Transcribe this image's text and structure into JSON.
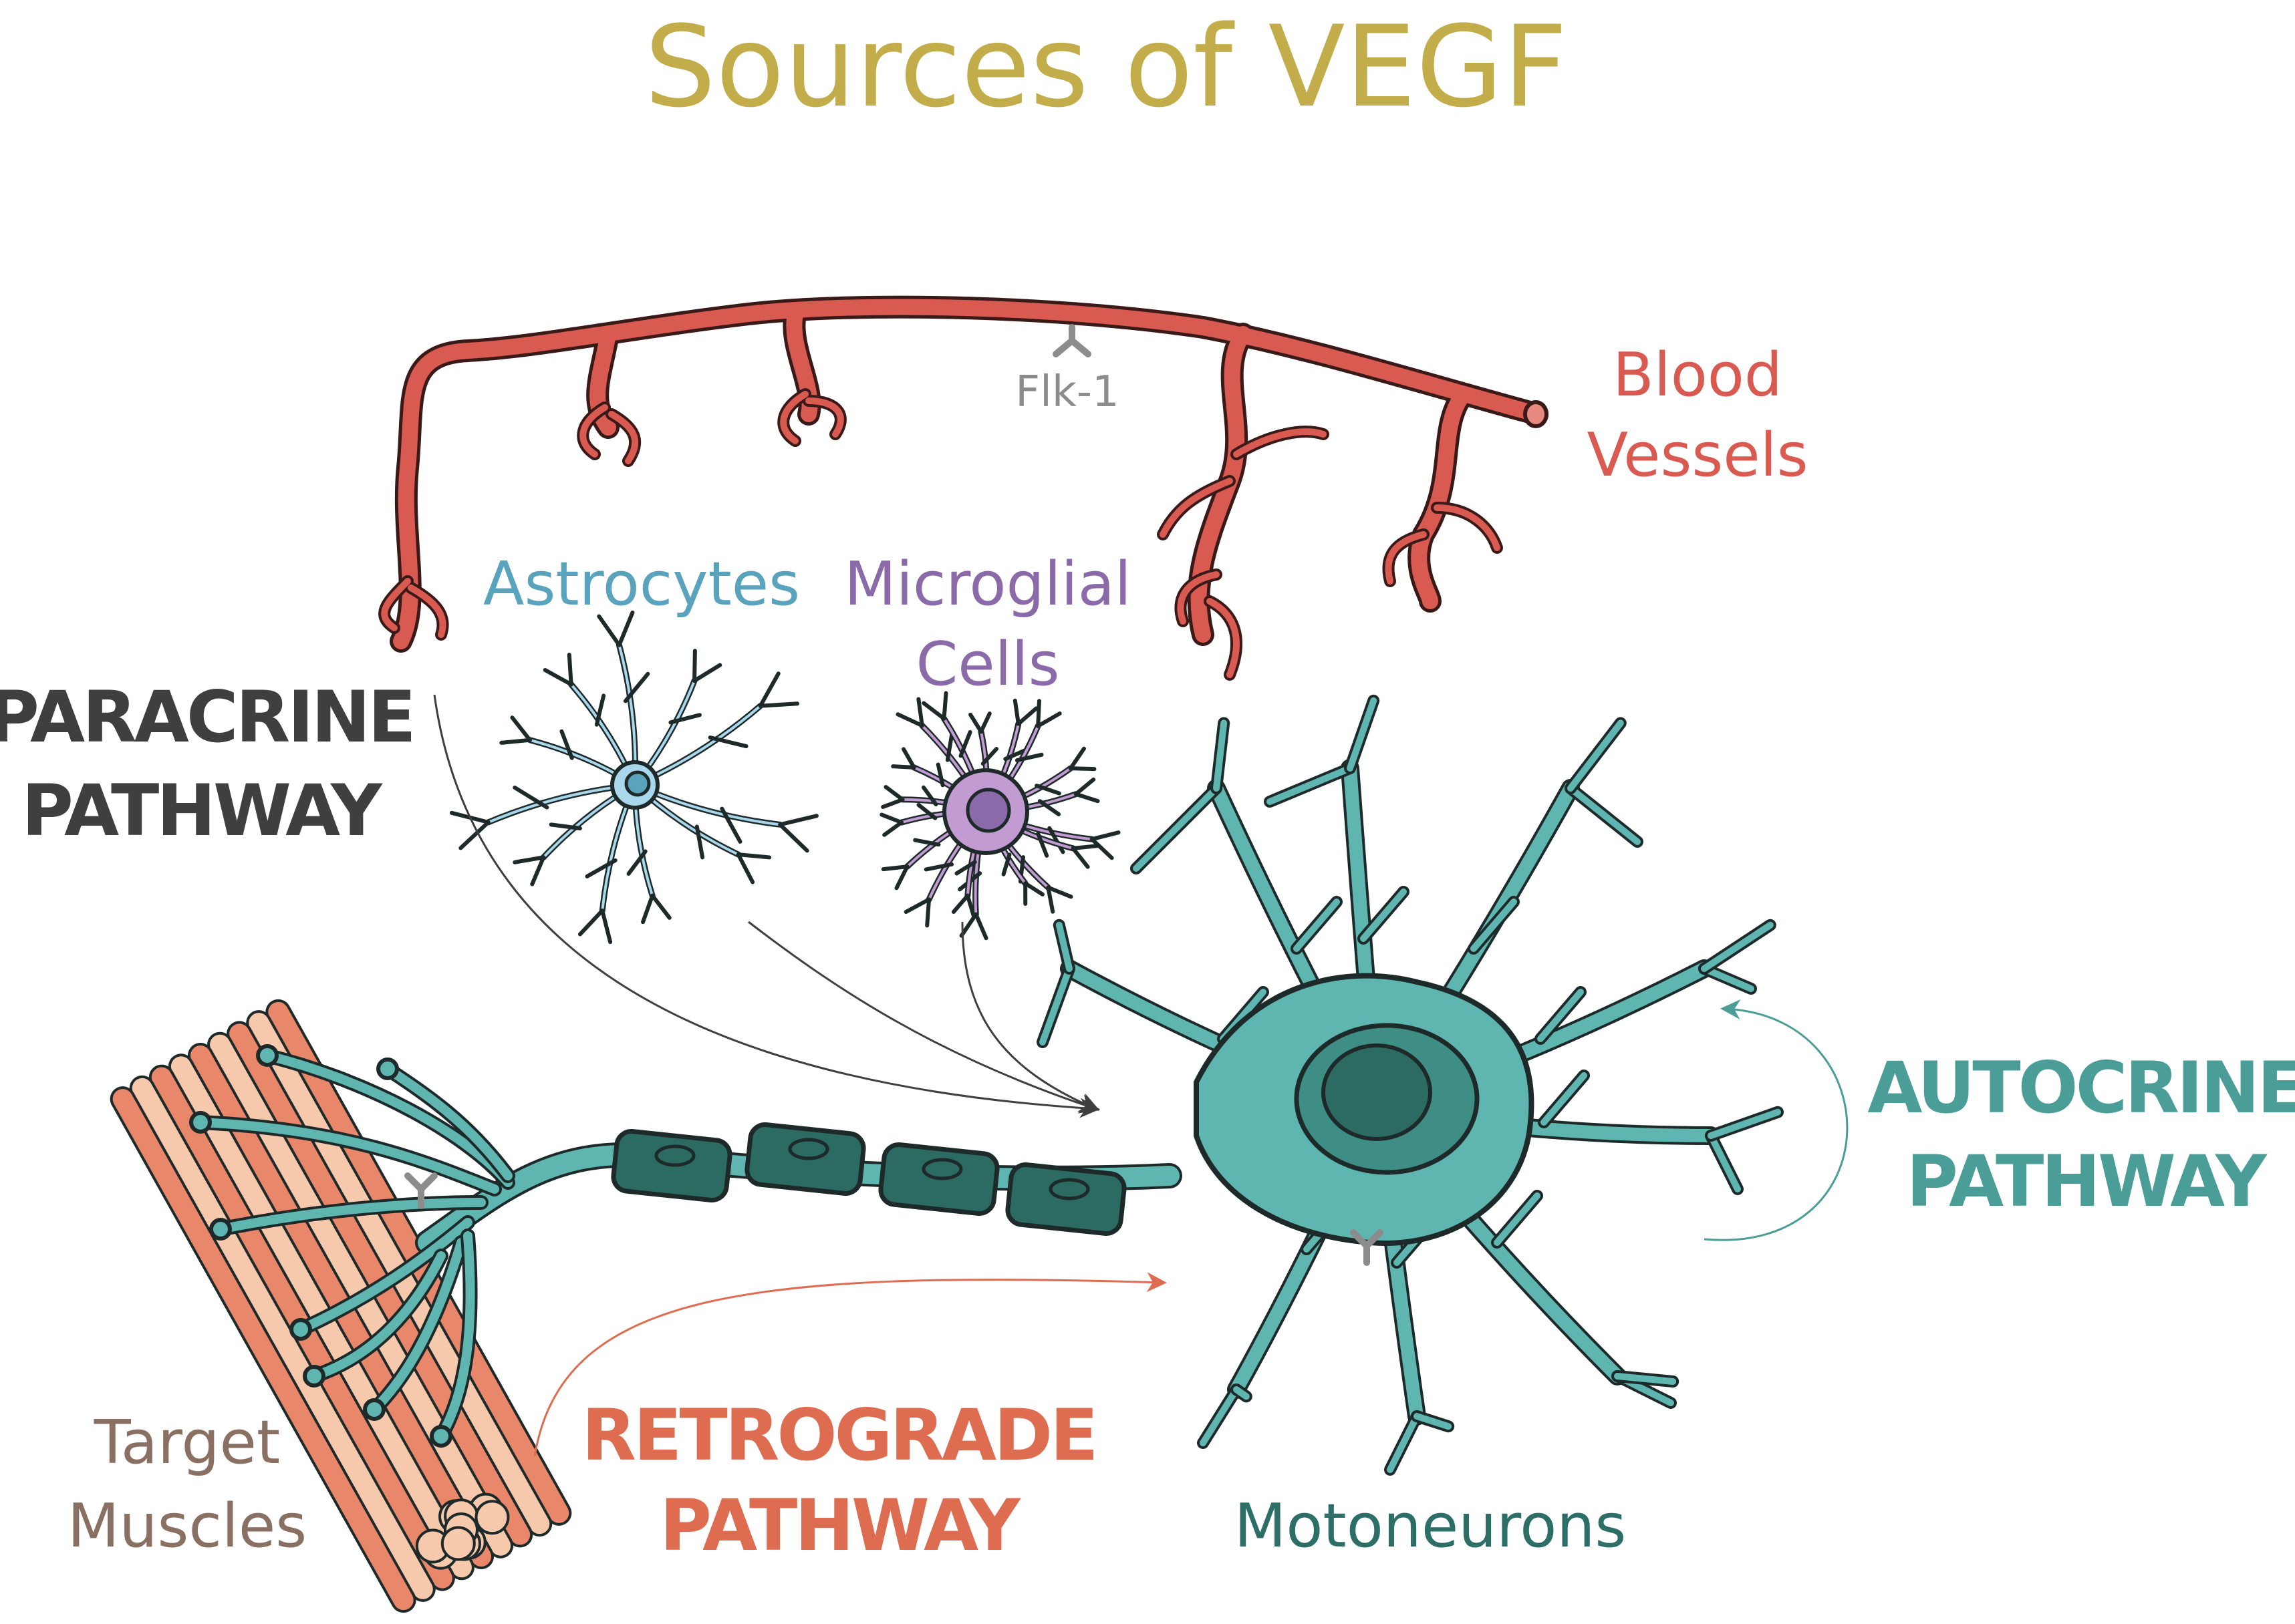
{
  "title": "Sources of VEGF",
  "labels": {
    "flk1": "Flk-1",
    "blood_vessels_line1": "Blood",
    "blood_vessels_line2": "Vessels",
    "astrocytes": "Astrocytes",
    "microglial_line1": "Microglial",
    "microglial_line2": "Cells",
    "paracrine_line1": "PARACRINE",
    "paracrine_line2": "PATHWAY",
    "autocrine_line1": "AUTOCRINE",
    "autocrine_line2": "PATHWAY",
    "retrograde_line1": "RETROGRADE",
    "retrograde_line2": "PATHWAY",
    "target_line1": "Target",
    "target_line2": "Muscles",
    "motoneurons": "Motoneurons"
  },
  "colors": {
    "title": "#c2ad4a",
    "blood": "#d85a50",
    "astro": "#5aa3bd",
    "astro_fill": "#a9d8ec",
    "microglia": "#8a6aa8",
    "microglia_fill": "#c39bd3",
    "neuron": "#5fb5b0",
    "neuron_dark": "#2c6b62",
    "muscle": "#e8876a",
    "muscle_light": "#f6c9ad",
    "paracrine": "#3f3f3f",
    "autocrine": "#4a9e97",
    "retrograde": "#dd6c50",
    "target": "#8a7062",
    "motoneurons": "#2d6e66",
    "receptor": "#8c8c8c",
    "outline": "#1e2a2a"
  },
  "icons": [
    "receptor-y-icon"
  ]
}
